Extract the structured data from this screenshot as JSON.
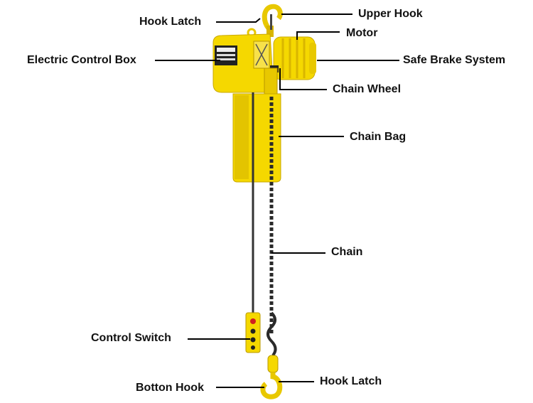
{
  "labels": {
    "hook_latch_top": "Hook Latch",
    "upper_hook": "Upper Hook",
    "motor": "Motor",
    "electric_control_box": "Electric Control Box",
    "safe_brake_system": "Safe Brake System",
    "chain_wheel": "Chain Wheel",
    "chain_bag": "Chain Bag",
    "chain": "Chain",
    "control_switch": "Control Switch",
    "botton_hook": "Botton Hook",
    "hook_latch_bottom": "Hook Latch"
  },
  "colors": {
    "body_yellow": "#f5d800",
    "shade_yellow": "#d9b600",
    "chain_dark": "#2a2a2a",
    "leader_line": "#000000",
    "text": "#111111"
  }
}
